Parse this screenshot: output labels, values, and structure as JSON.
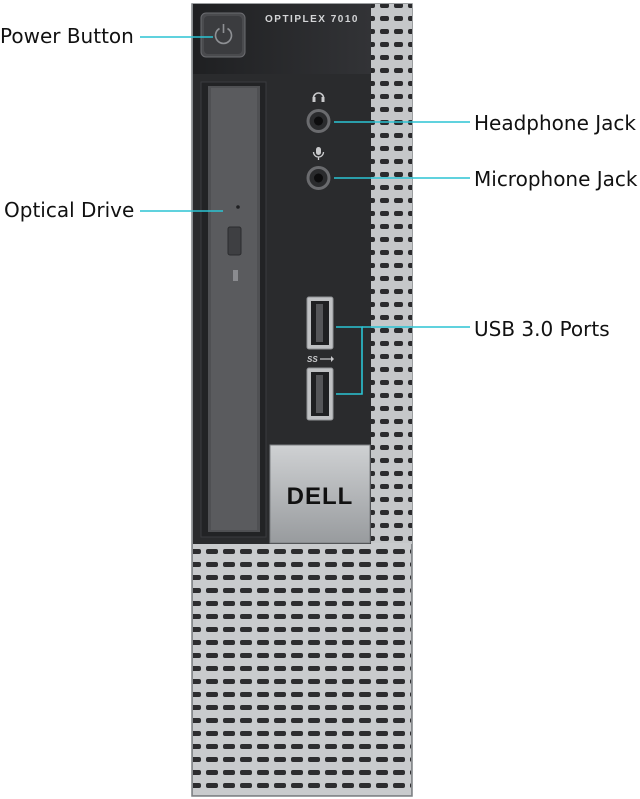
{
  "brand": {
    "model": "OPTIPLEX 7010",
    "logo": "DELL"
  },
  "usb_marking": "SS",
  "callouts": {
    "power": "Power Button",
    "optical": "Optical Drive",
    "headphone": "Headphone Jack",
    "microphone": "Microphone Jack",
    "usb": "USB 3.0 Ports"
  },
  "colors": {
    "leader_line": "#2bc4d4",
    "chassis_dark": "#2a2b2d",
    "chassis_metal": "#b9bcbf",
    "badge_silver": "#a7aaad"
  }
}
